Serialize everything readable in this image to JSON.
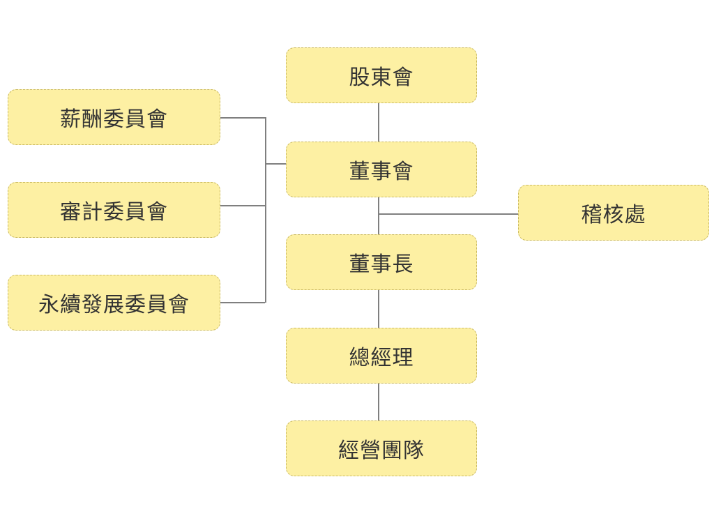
{
  "nodes": {
    "shareholders": "股東會",
    "board": "董事會",
    "chairman": "董事長",
    "general_manager": "總經理",
    "management_team": "經營團隊",
    "audit_office": "稽核處",
    "compensation_committee": "薪酬委員會",
    "audit_committee": "審計委員會",
    "sustainability_committee": "永續發展委員會"
  },
  "colors": {
    "node_fill": "#fdf0a3",
    "node_border": "#c9b860",
    "connector": "#7f7f7f",
    "text": "#333333"
  }
}
